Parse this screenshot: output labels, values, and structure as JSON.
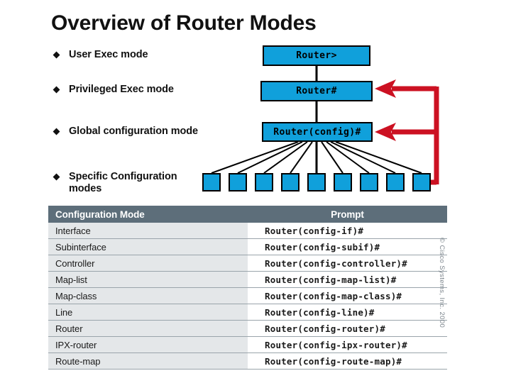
{
  "slide": {
    "title": "Overview of Router Modes",
    "copyright": "© Cisco Systems, Inc. 2000"
  },
  "bullets": [
    {
      "label": "User Exec mode"
    },
    {
      "label": "Privileged Exec mode"
    },
    {
      "label": "Global configuration mode"
    },
    {
      "label": "Specific Configuration modes"
    }
  ],
  "diagram": {
    "boxes": [
      {
        "name": "user-exec",
        "label": "Router>"
      },
      {
        "name": "privileged-exec",
        "label": "Router#"
      },
      {
        "name": "global-config",
        "label": "Router(config)#"
      }
    ],
    "leaf_count": 9,
    "colors": {
      "box_fill": "#10A0DB",
      "box_border": "#000000",
      "arrow": "#CC1122"
    }
  },
  "table": {
    "headers": [
      "Configuration Mode",
      "Prompt"
    ],
    "header_bg": "#5D6E7A",
    "rows": [
      {
        "mode": "Interface",
        "prompt": "Router(config-if)#"
      },
      {
        "mode": "Subinterface",
        "prompt": "Router(config-subif)#"
      },
      {
        "mode": "Controller",
        "prompt": "Router(config-controller)#"
      },
      {
        "mode": "Map-list",
        "prompt": "Router(config-map-list)#"
      },
      {
        "mode": "Map-class",
        "prompt": "Router(config-map-class)#"
      },
      {
        "mode": "Line",
        "prompt": "Router(config-line)#"
      },
      {
        "mode": "Router",
        "prompt": "Router(config-router)#"
      },
      {
        "mode": "IPX-router",
        "prompt": "Router(config-ipx-router)#"
      },
      {
        "mode": "Route-map",
        "prompt": "Router(config-route-map)#"
      }
    ]
  }
}
